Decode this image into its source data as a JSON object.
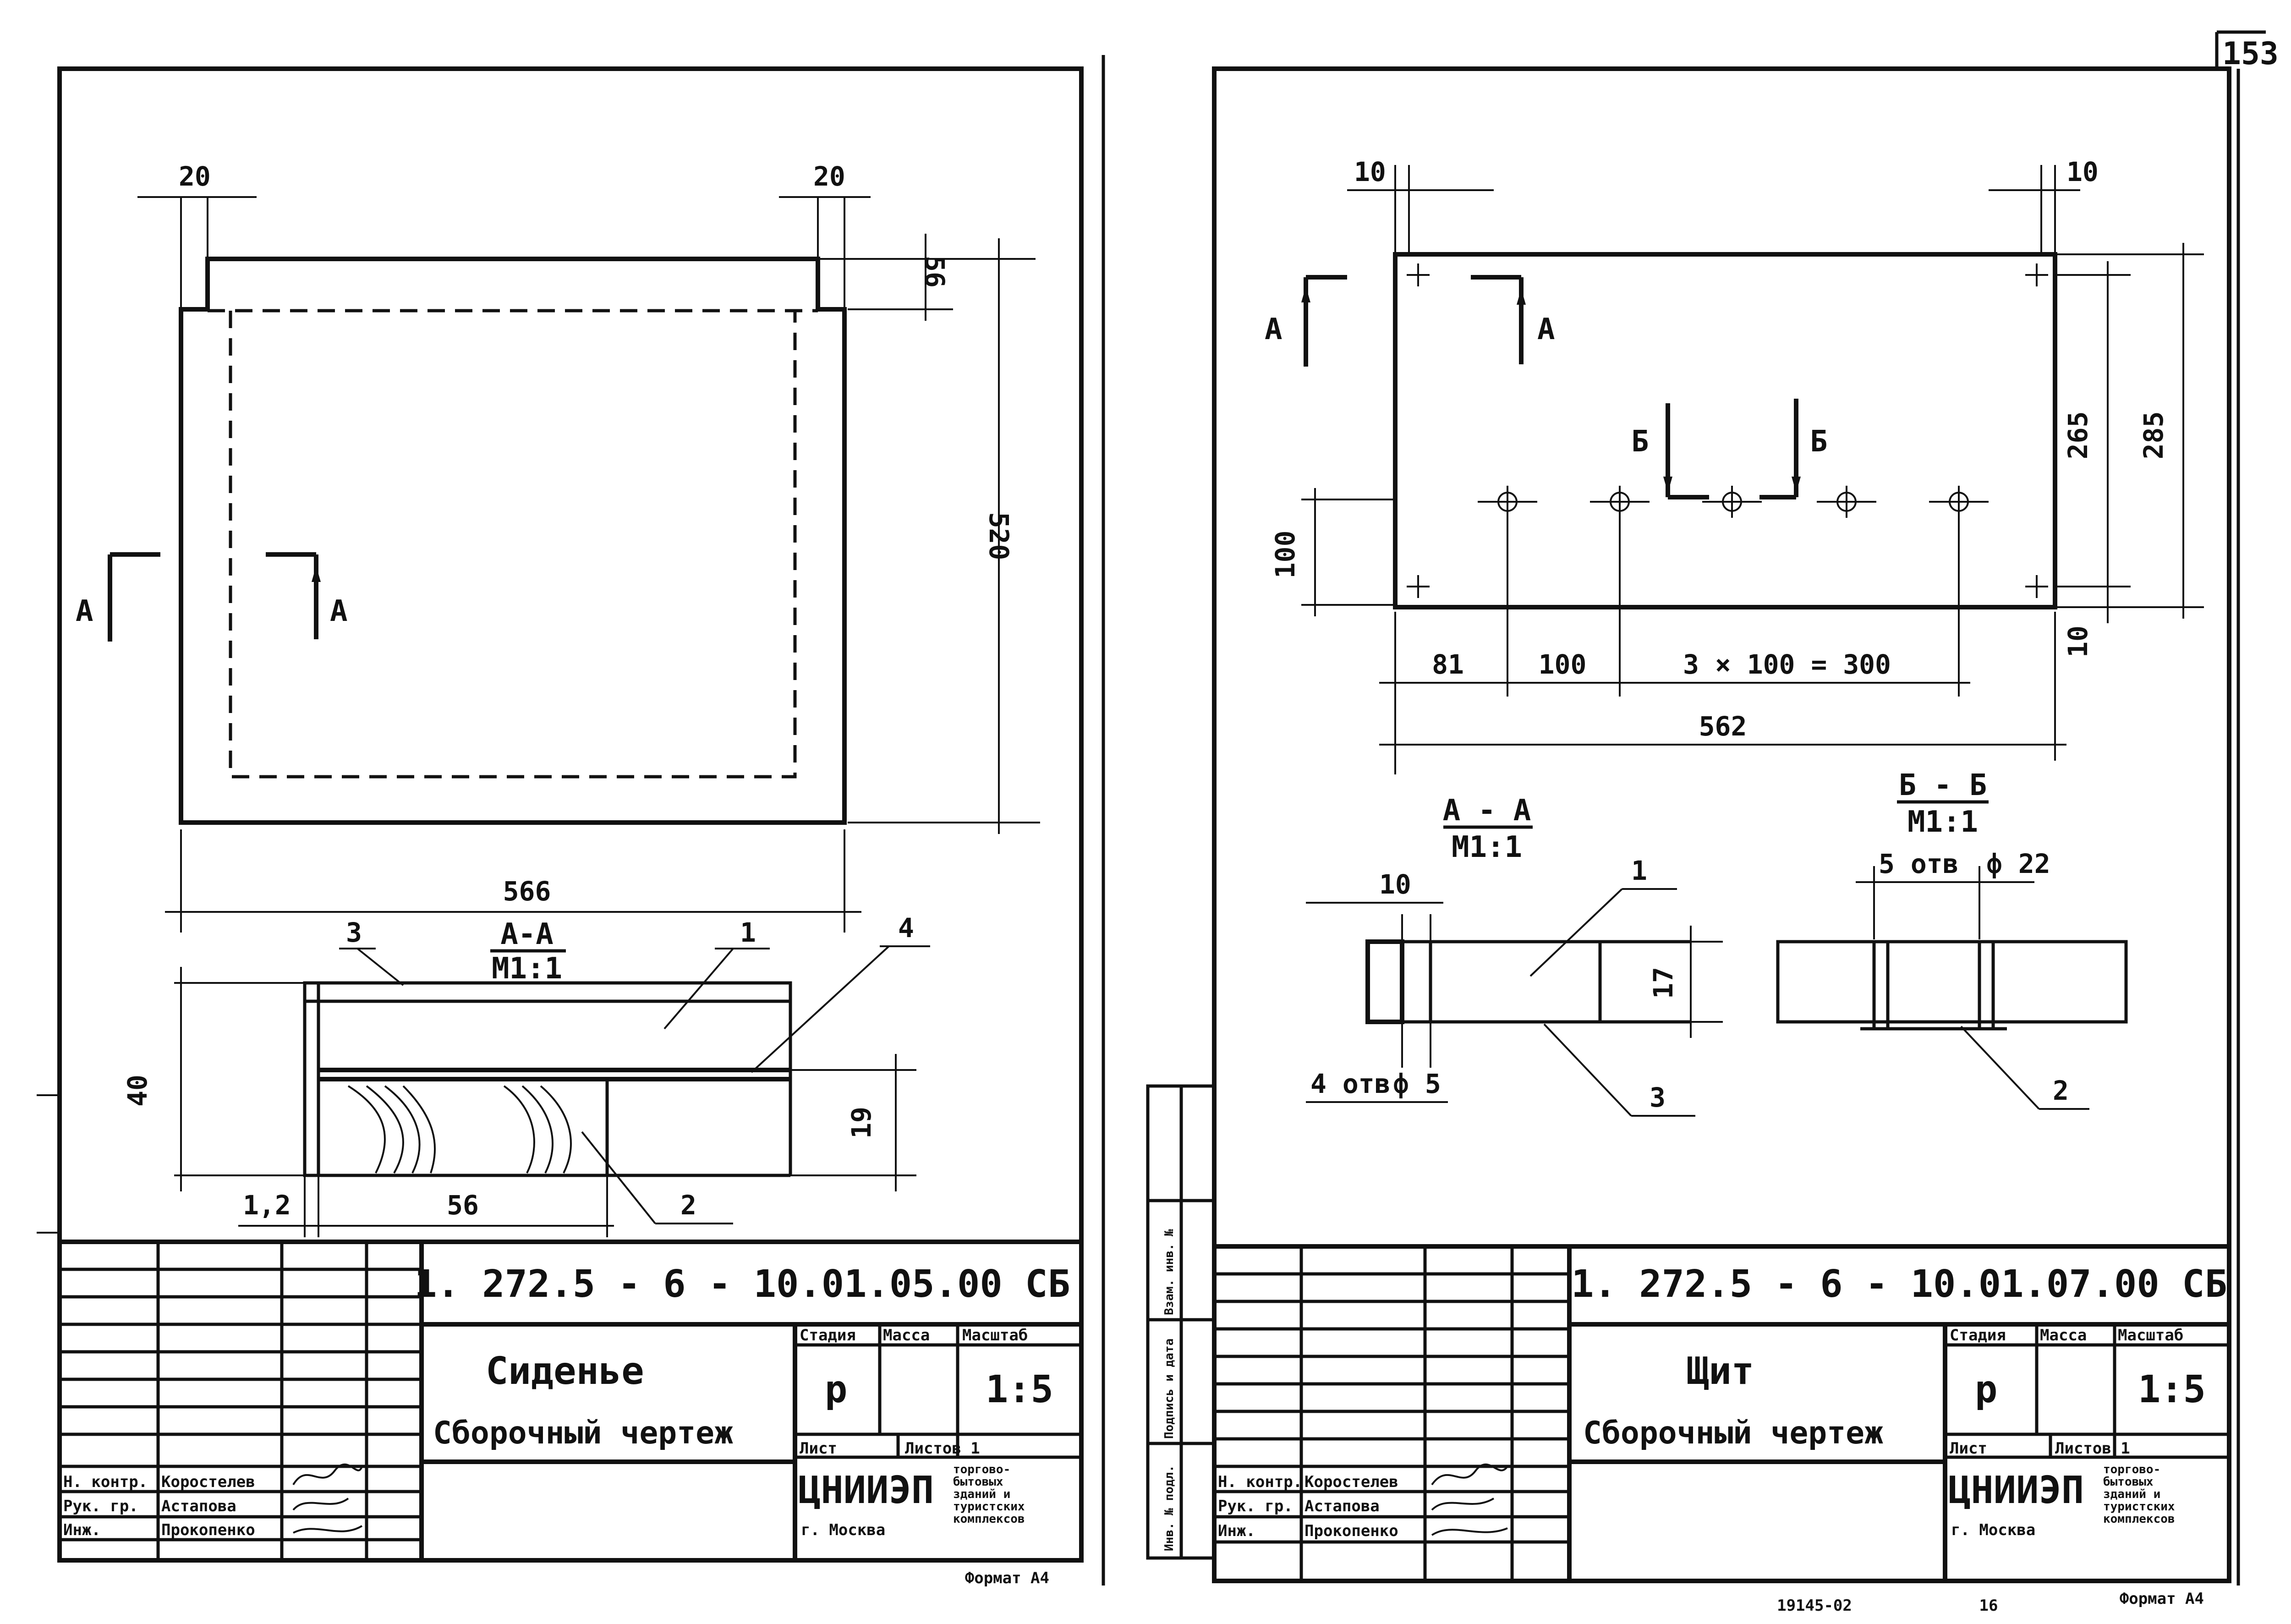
{
  "page_number": "153",
  "left_sheet": {
    "dims": {
      "d20a": "20",
      "d20b": "20",
      "d56": "56",
      "d520": "520",
      "d566": "566",
      "d40": "40",
      "d19": "19",
      "d12": "1,2",
      "d56b": "56"
    },
    "cut": {
      "a1": "A",
      "a2": "A"
    },
    "section_aa": {
      "title": "A-A",
      "scale": "M1:1"
    },
    "callouts": {
      "c1": "1",
      "c2": "2",
      "c3": "3",
      "c4": "4"
    },
    "doc_code": "1. 272.5 - 6 - 10.01.05.00 СБ",
    "name1": "Сиденье",
    "name2": "Сборочный чертеж",
    "hdr_stage": "Стадия",
    "hdr_mass": "Масса",
    "hdr_scale": "Масштаб",
    "stage_val": "р",
    "mass_val": "",
    "scale_val": "1:5",
    "sheet_lbl": "Лист",
    "sheets_lbl": "Листов 1",
    "org": "ЦНИИЭП",
    "city": "г. Москва",
    "org_desc": [
      "торгово-",
      "бытовых",
      "зданий и",
      "туристских",
      "комплексов"
    ],
    "people": [
      {
        "role": "Н. контр.",
        "name": "Коростелев"
      },
      {
        "role": "Рук. гр.",
        "name": "Астапова"
      },
      {
        "role": "Инж.",
        "name": "Прокопенко"
      }
    ],
    "format": "Формат А4"
  },
  "right_sheet": {
    "dims": {
      "d10a": "10",
      "d10b": "10",
      "d265": "265",
      "d285": "285",
      "d100": "100",
      "d10c": "10",
      "d81": "81",
      "d100b": "100",
      "d3x100": "3 × 100 = 300",
      "d562": "562",
      "d10d": "10",
      "d17": "17",
      "d4otv": "4 отв",
      "d5": "ф 5",
      "d5otv": "5 отв",
      "d22": "ф 22"
    },
    "cut": {
      "a1": "A",
      "a2": "A",
      "b1": "Б",
      "b2": "Б"
    },
    "section_aa": {
      "title": "A - A",
      "scale": "M1:1"
    },
    "section_bb": {
      "title": "Б - Б",
      "scale": "M1:1"
    },
    "callouts": {
      "c1": "1",
      "c2": "2",
      "c3": "3"
    },
    "doc_code": "1. 272.5 - 6 - 10.01.07.00 СБ",
    "name1": "Щит",
    "name2": "Сборочный чертеж",
    "hdr_stage": "Стадия",
    "hdr_mass": "Масса",
    "hdr_scale": "Масштаб",
    "stage_val": "р",
    "mass_val": "",
    "scale_val": "1:5",
    "sheet_lbl": "Лист",
    "sheets_lbl": "Листов 1",
    "org": "ЦНИИЭП",
    "city": "г. Москва",
    "org_desc": [
      "торгово-",
      "бытовых",
      "зданий и",
      "туристских",
      "комплексов"
    ],
    "people": [
      {
        "role": "Н. контр.",
        "name": "Коростелев"
      },
      {
        "role": "Рук. гр.",
        "name": "Астапова"
      },
      {
        "role": "Инж.",
        "name": "Прокопенко"
      }
    ],
    "format": "Формат А4",
    "footer_num": "19145-02",
    "footer_page": "16",
    "side_labels": [
      "Инв. № подл.",
      "Подпись и дата",
      "Взам. инв. №"
    ]
  }
}
